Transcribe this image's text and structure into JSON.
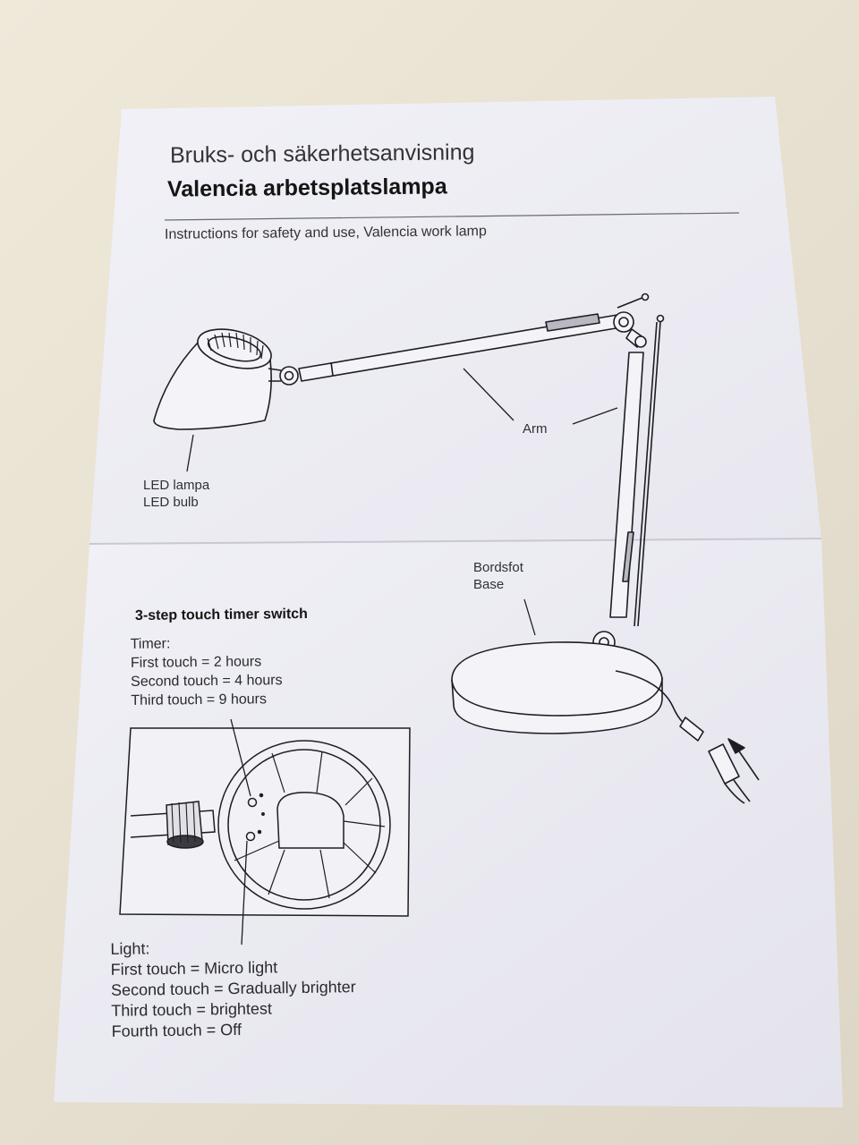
{
  "header": {
    "title_swedish": "Bruks- och säkerhetsanvisning",
    "title_product": "Valencia arbetsplatslampa",
    "subtitle_english": "Instructions for safety and use, Valencia work lamp"
  },
  "diagram_labels": {
    "led": [
      "LED lampa",
      "LED bulb"
    ],
    "arm": "Arm",
    "base": [
      "Bordsfot",
      "Base"
    ]
  },
  "switch_section": {
    "title": "3-step touch timer switch",
    "timer_lines": [
      "Timer:",
      "First touch = 2 hours",
      "Second touch = 4 hours",
      "Third touch = 9 hours"
    ],
    "light_lines": [
      "Light:",
      "First touch = Micro light",
      "Second touch = Gradually brighter",
      "Third touch = brightest",
      "Fourth touch = Off"
    ]
  }
}
